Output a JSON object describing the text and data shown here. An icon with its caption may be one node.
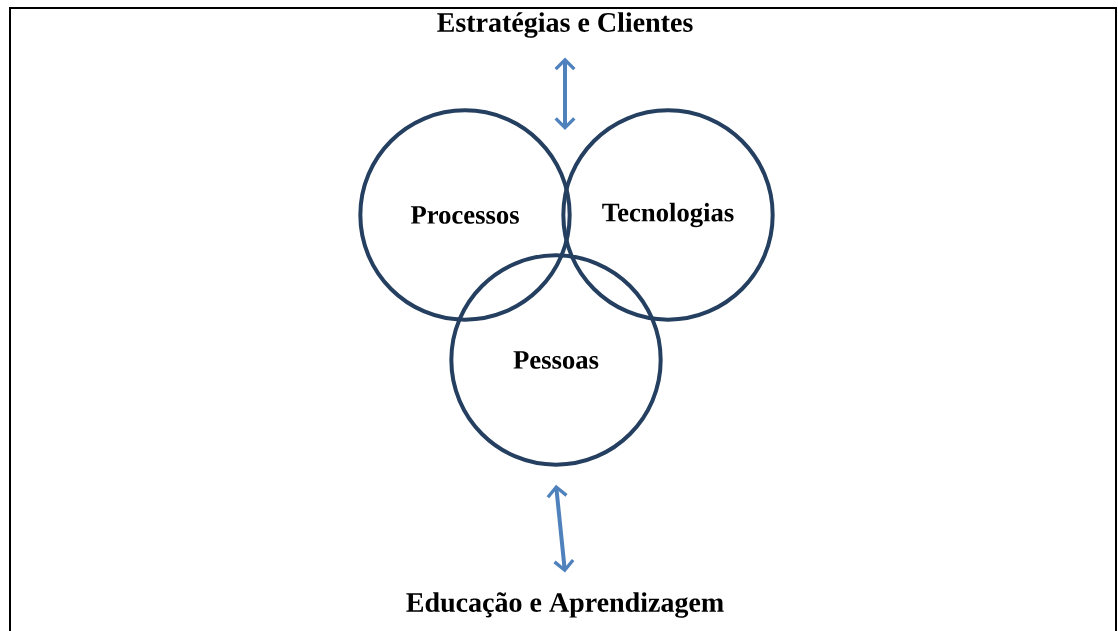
{
  "diagram": {
    "nodes": [
      {
        "text": [
          "Estratégias e Clientes"
        ]
      },
      {
        "text": [
          "Processos"
        ]
      },
      {
        "text": [
          "Tecnologias"
        ]
      },
      {
        "text": [
          "Pessoas"
        ]
      },
      {
        "text": [
          "Educação e Aprendizagem"
        ]
      }
    ],
    "edges": [
      {
        "from": 0,
        "to": null,
        "arrow": "both"
      },
      {
        "from": 3,
        "to": 4,
        "arrow": "both"
      }
    ]
  }
}
